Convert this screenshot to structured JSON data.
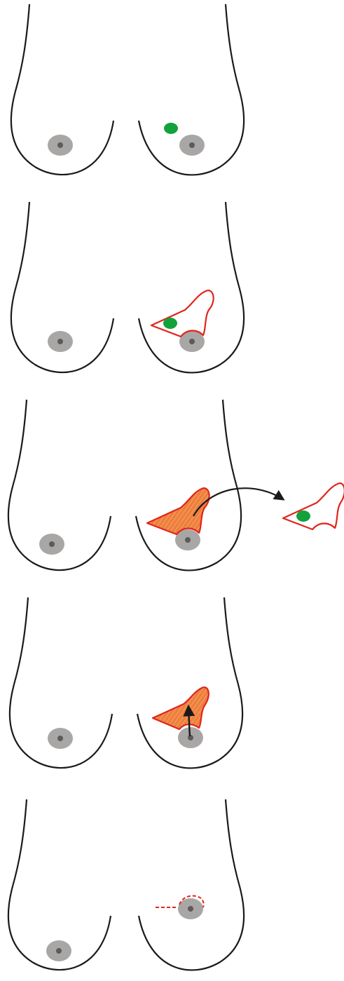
{
  "diagram": {
    "panel_count": 5,
    "steps": [
      {
        "step": 1,
        "marks": [
          "outline",
          "left-areola",
          "right-areola",
          "lesion"
        ]
      },
      {
        "step": 2,
        "marks": [
          "outline",
          "left-areola",
          "right-areola",
          "excision-outline",
          "lesion"
        ]
      },
      {
        "step": 3,
        "marks": [
          "outline",
          "left-areola",
          "right-areola",
          "excision-cavity",
          "removal-arrow",
          "removed-specimen",
          "lesion"
        ]
      },
      {
        "step": 4,
        "marks": [
          "outline",
          "left-areola",
          "right-areola",
          "excision-cavity",
          "advancement-arrow"
        ]
      },
      {
        "step": 5,
        "marks": [
          "outline",
          "left-areola",
          "right-areola",
          "closure-scar"
        ]
      }
    ],
    "colors": {
      "outline": "#1a1a1a",
      "areola": "#a9a6a6",
      "nipple": "#5d5a5a",
      "lesion": "#13a13c",
      "incision": "#e0251b",
      "cavity_fill": "#ee7f3b",
      "arrow": "#1a1a1a"
    }
  }
}
